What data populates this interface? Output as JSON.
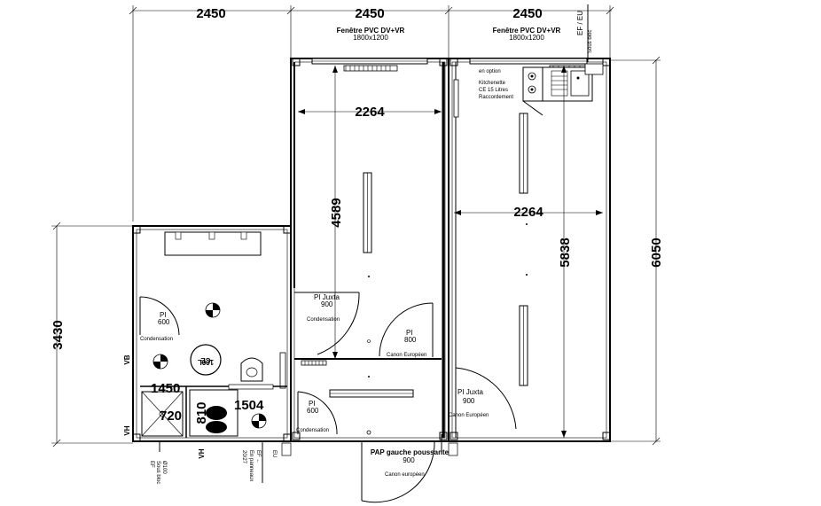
{
  "dimensions": {
    "top": [
      "2450",
      "2450",
      "2450"
    ],
    "left_height": "3430",
    "right_height": "6050",
    "room2_width": "2264",
    "room3_width": "2264",
    "room2_height": "4589",
    "room3_height": "5838",
    "shower_w": "1450",
    "shower_d": "720",
    "wc_depth": "810",
    "bath_width": "1504"
  },
  "windows": [
    {
      "title": "Fenêtre PVC DV+VR",
      "size": "1800x1200"
    },
    {
      "title": "Fenêtre PVC DV+VR",
      "size": "1800x1200"
    }
  ],
  "doors": {
    "pi_juxta_1": {
      "name": "PI Juxta",
      "size": "900"
    },
    "pi_juxta_2": {
      "name": "PI Juxta",
      "size": "900"
    },
    "pi_bath": {
      "name": "PI",
      "size": "600"
    },
    "pi_mid": {
      "name": "PI",
      "size": "800"
    },
    "pi_lower": {
      "name": "PI",
      "size": "600"
    },
    "pap": {
      "name": "PAP gauche poussante",
      "size": "900"
    }
  },
  "labels": {
    "condensation1": "Condensation",
    "condensation2": "Condensation",
    "condensation3": "Condensation",
    "canon1": "Canon Européen",
    "canon2": "Canon Européen",
    "canon3": "Canon européen",
    "kitchen_opt": "en option",
    "kitchen_1": "Kitchenette",
    "kitchen_2": "CE 15 Litres",
    "kitchen_3": "Raccordement",
    "ce": "CE",
    "ce_vol": "100L",
    "vb": "VB",
    "vh_left": "VH",
    "vh_bottom": "VH",
    "ef_eu": "EF / EU",
    "sous_bloc_top": "Sous bloc",
    "sous_bloc_ef": "EF",
    "sous_bloc_1": "Sous bloc",
    "sous_bloc_2": "Ø100",
    "ef_arrow": "EF ←",
    "en_panneaux": "En panneaux",
    "size_20": "20/27",
    "eu_label": "EU"
  }
}
